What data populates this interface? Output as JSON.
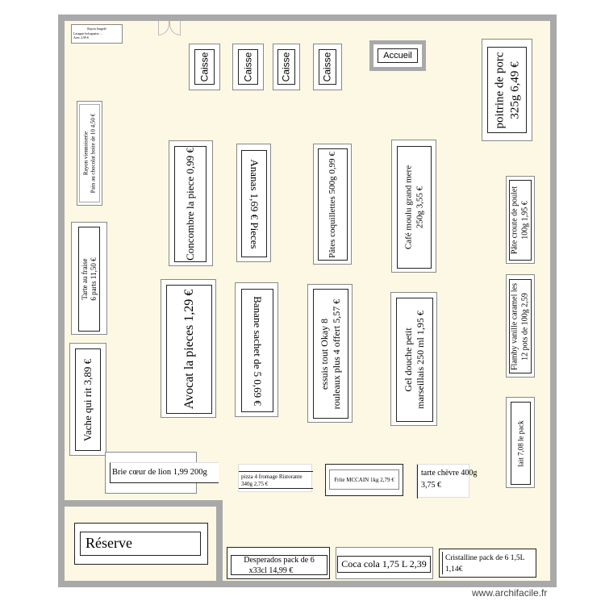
{
  "plan": {
    "sign_top_left": [
      "Rayon Surgelé",
      "Lasagne bolognaise ...",
      "Avec 2,99 €"
    ],
    "caisses": [
      "Caisse",
      "Caisse",
      "Caisse",
      "Caisse"
    ],
    "accueil": "Accueil",
    "poitrine": [
      "poitrine de porc",
      "325g 6,49 €"
    ],
    "viennoiserie": [
      "Rayon viennoiserie",
      "Pain au chocolat boite de 10 4,50 €"
    ],
    "tarte_fraise": [
      "Tarte au fraise",
      "6 parts 11,50 €"
    ],
    "vache": "Vache qui rit 3,89 €",
    "concombre": "Concombre  la piece 0,99 €",
    "ananas": "Ananas 1,69 € Pieces",
    "pates": "Pâtes coquillettes 500g 0,99 €",
    "cafe": [
      "Café moulu grand mere",
      "250g 3,55 €"
    ],
    "pate_croute": [
      "Pâte croute de poulet",
      "100g 1,95 €"
    ],
    "avocat": "Avocat la pieces 1,29 €",
    "banane": "Banane sachet de 5 0,69 €",
    "essuis": [
      "essuis tout Okay 8",
      "rouleaux plus 4 offert 5,57 €"
    ],
    "gel": [
      "Gel douche petit",
      "marseillais 250 ml 1,95 €"
    ],
    "flamby": [
      "Flamby vanille caramel les",
      "12 pots de 100g 2,59"
    ],
    "lait": "lait 7,08 le pack",
    "brie": "Brie cœur de lion 1,99 200g",
    "pizza": [
      "pizza 4 fromage Ristorante",
      "340g 2,75 €"
    ],
    "frite": "Frite MCCAIN 1kg  2,79 €",
    "tarte_chevre": [
      "tarte chèvre 400g",
      "3,75 €"
    ],
    "reserve": "Réserve",
    "desperados": [
      "Desperados pack de 6",
      "x33cl 14,99 €"
    ],
    "coca": "Coca cola 1,75 L 2,39",
    "cristalline": [
      "Cristalline pack de 6 1,5L",
      "1,14€"
    ]
  },
  "watermark": "www.archifacile.fr"
}
